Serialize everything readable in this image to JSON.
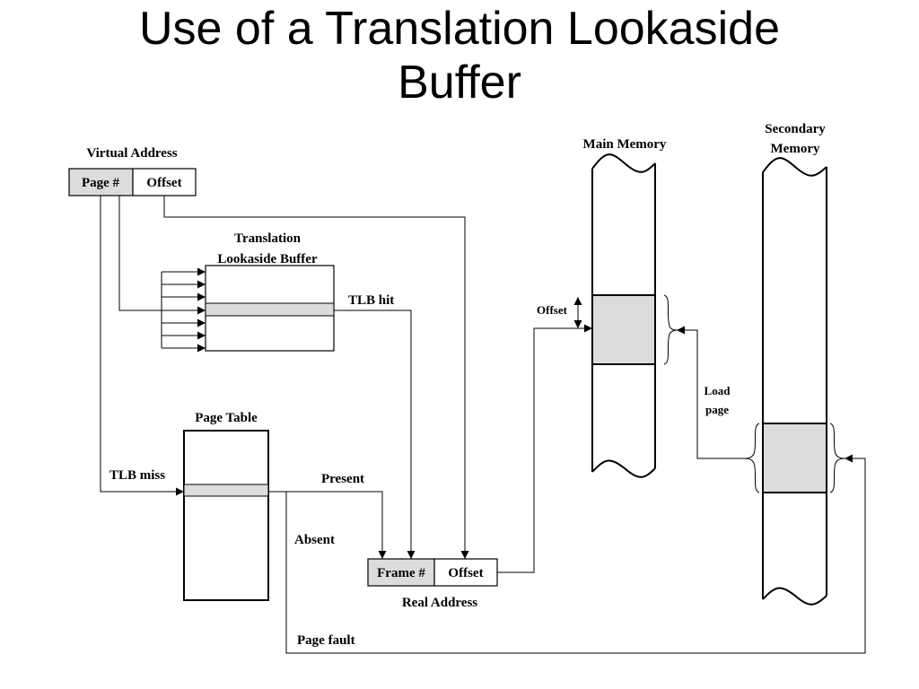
{
  "title": {
    "line1": "Use of a Translation Lookaside",
    "line2": "Buffer"
  },
  "diagram": {
    "virtual_address": {
      "label": "Virtual Address",
      "page_field": "Page #",
      "offset_field": "Offset"
    },
    "tlb": {
      "label_line1": "Translation",
      "label_line2": "Lookaside Buffer",
      "hit_label": "TLB hit"
    },
    "page_table": {
      "label": "Page Table",
      "miss_label": "TLB miss",
      "present_label": "Present",
      "absent_label": "Absent"
    },
    "real_address": {
      "label": "Real Address",
      "frame_field": "Frame #",
      "offset_field": "Offset"
    },
    "main_memory": {
      "label": "Main Memory",
      "offset_label": "Offset"
    },
    "secondary_memory": {
      "label_line1": "Secondary",
      "label_line2": "Memory"
    },
    "load_page": {
      "line1": "Load",
      "line2": "page"
    },
    "page_fault": "Page fault"
  },
  "colors": {
    "shade": "#dcdcdc",
    "line": "#000000"
  }
}
